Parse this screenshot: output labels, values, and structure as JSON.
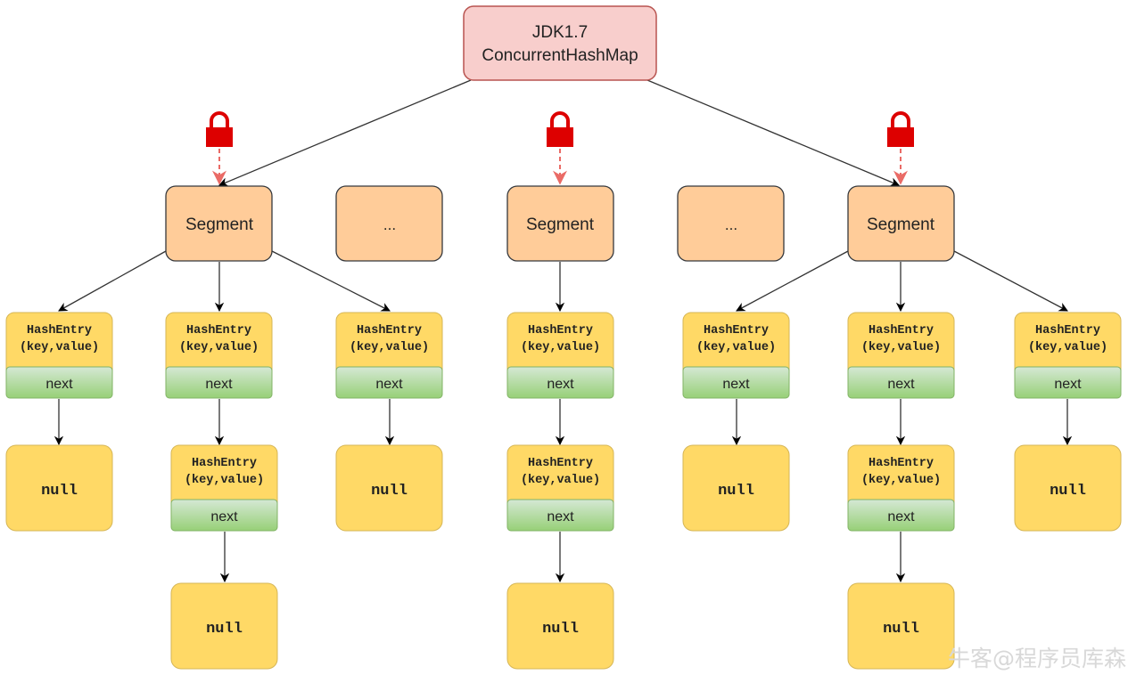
{
  "root": {
    "line1": "JDK1.7",
    "line2": "ConcurrentHashMap"
  },
  "segments": {
    "segment_label": "Segment",
    "ellipsis_label": "..."
  },
  "entry": {
    "name_line": "HashEntry",
    "kv_line": "(key,value)",
    "next_label": "next"
  },
  "null_label": "null",
  "lock_icon": "lock-icon",
  "colors": {
    "root_fill": "#f8cecc",
    "root_stroke": "#b85450",
    "segment_fill": "#ffcc99",
    "segment_stroke": "#36393d",
    "entry_fill": "#ffd966",
    "entry_stroke": "#d6b656",
    "next_fill": "#d5e8d4",
    "next_stroke": "#82b366",
    "lock": "#dd0000",
    "lock_arrow": "#ea6b66"
  },
  "watermark": "牛客@程序员库森"
}
